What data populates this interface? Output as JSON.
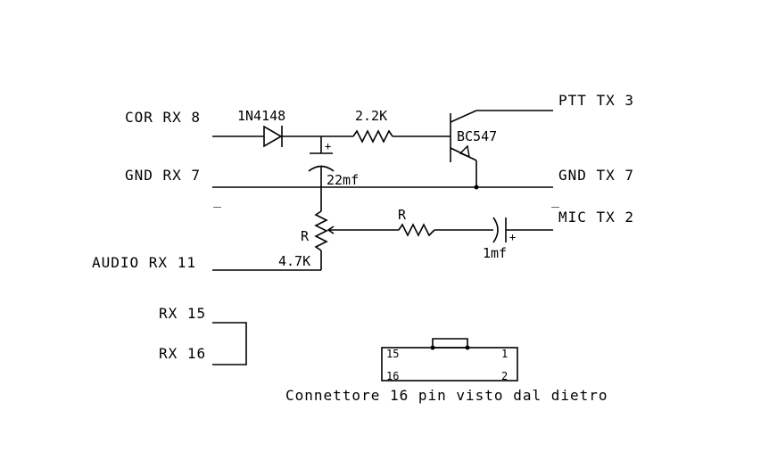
{
  "ports": {
    "cor_rx": "COR RX 8",
    "gnd_rx": "GND RX 7",
    "audio_rx": "AUDIO RX 11",
    "rx15": "RX 15",
    "rx16": "RX 16",
    "ptt_tx": "PTT TX 3",
    "gnd_tx": "GND TX 7",
    "mic_tx": "MIC TX 2"
  },
  "components": {
    "diode": "1N4148",
    "resistor_22k": "2.2K",
    "transistor": "BC547",
    "cap_22": "22mf",
    "trimmer_r": "R",
    "trimmer_val": "4.7K",
    "resistor_r": "R",
    "cap_1": "1mf",
    "plus": "+",
    "minus": "_"
  },
  "connector": {
    "pin15": "15",
    "pin1": "1",
    "pin16": "16",
    "pin2": "2",
    "caption": "Connettore 16 pin visto dal dietro"
  }
}
